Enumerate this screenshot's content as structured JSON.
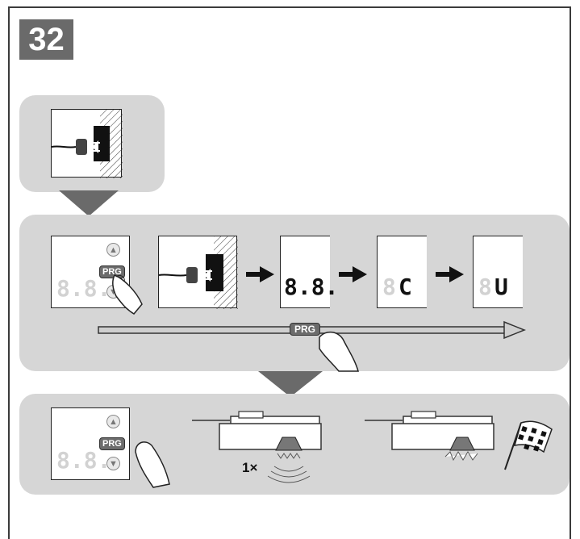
{
  "step": {
    "number": "32"
  },
  "panel2": {
    "display_ghost": "8.8.",
    "prg_label": "PRG",
    "up_icon": "up-arrow-icon",
    "down_icon": "down-arrow-icon",
    "screens": [
      {
        "ghost": "",
        "shown": "8.8."
      },
      {
        "ghost": "8",
        "shown": "C"
      },
      {
        "ghost": "8",
        "shown": "U"
      }
    ],
    "timeline_prg_label": "PRG"
  },
  "panel3": {
    "display_ghost": "8.8.",
    "prg_label": "PRG",
    "count_label": "1×"
  },
  "colors": {
    "panel": "#d6d6d6",
    "badge": "#6a6a6a",
    "prg": "#6c6c6c"
  }
}
